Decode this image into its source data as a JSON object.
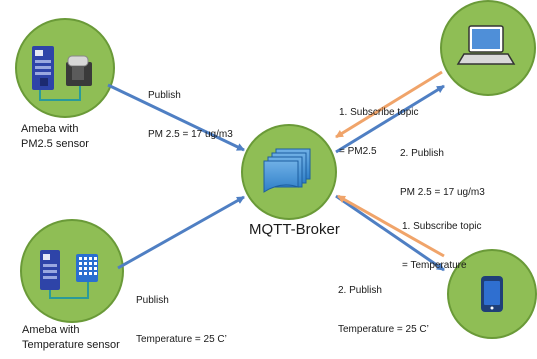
{
  "nodes": {
    "pm_sensor": {
      "line1": "Ameba with",
      "line2": "PM2.5 sensor"
    },
    "temp_sensor": {
      "line1": "Ameba with",
      "line2": "Temperature sensor"
    },
    "broker": {
      "label": "MQTT-Broker"
    },
    "laptop": {
      "icon": "laptop-icon"
    },
    "phone": {
      "icon": "smartphone-icon"
    }
  },
  "edges": {
    "pm_publish": {
      "line1": "Publish",
      "line2": "PM 2.5 = 17 ug/m3"
    },
    "temp_publish": {
      "line1": "Publish",
      "line2": "Temperature = 25 C’"
    },
    "laptop_subscribe": {
      "line1": "1. Subscribe topic",
      "line2": "= PM2.5"
    },
    "laptop_publish": {
      "line1": "2. Publish",
      "line2": "PM 2.5 = 17 ug/m3"
    },
    "phone_subscribe": {
      "line1": "1. Subscribe topic",
      "line2": "= Temperature"
    },
    "phone_publish": {
      "line1": "2. Publish",
      "line2": "Temperature = 25 C’"
    }
  },
  "colors": {
    "node_fill": "#8fbe55",
    "node_stroke": "#6a9a38",
    "publish_arrow": "#4f7fc3",
    "subscribe_arrow": "#f0a46a"
  }
}
